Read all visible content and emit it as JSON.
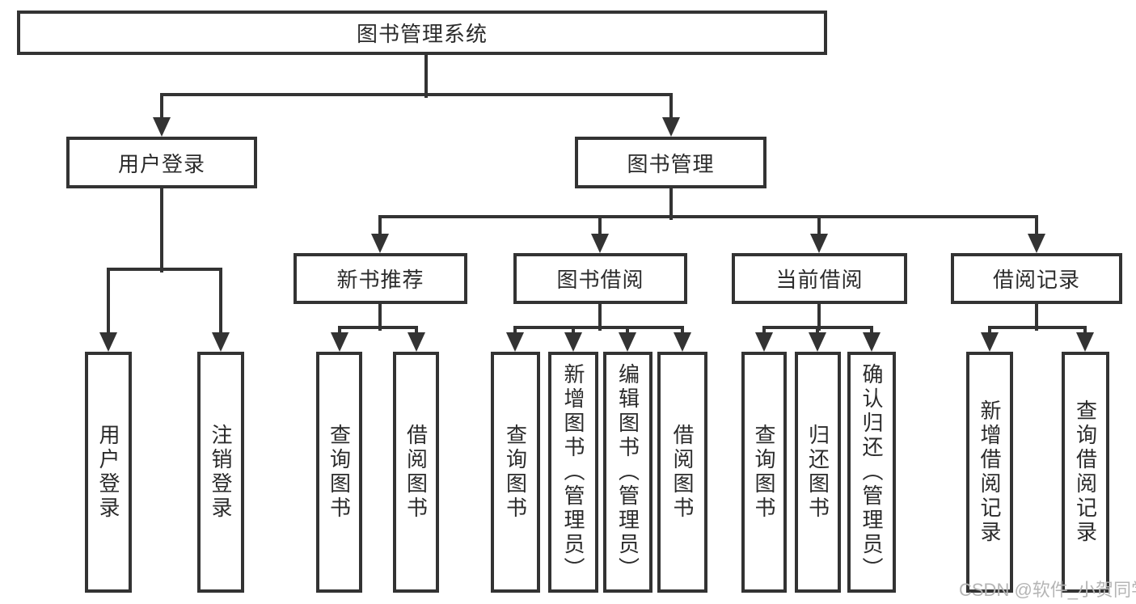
{
  "diagram": {
    "root": {
      "label": "图书管理系统"
    },
    "children": [
      {
        "label": "用户登录",
        "children": [
          {
            "label": "用户登录"
          },
          {
            "label": "注销登录"
          }
        ]
      },
      {
        "label": "图书管理",
        "children": [
          {
            "label": "新书推荐",
            "children": [
              {
                "label": "查询图书"
              },
              {
                "label": "借阅图书"
              }
            ]
          },
          {
            "label": "图书借阅",
            "children": [
              {
                "label": "查询图书"
              },
              {
                "label": "新增图书（管理员）"
              },
              {
                "label": "编辑图书（管理员）"
              },
              {
                "label": "借阅图书"
              }
            ]
          },
          {
            "label": "当前借阅",
            "children": [
              {
                "label": "查询图书"
              },
              {
                "label": "归还图书"
              },
              {
                "label": "确认归还（管理员）"
              }
            ]
          },
          {
            "label": "借阅记录",
            "children": [
              {
                "label": "新增借阅记录"
              },
              {
                "label": "查询借阅记录"
              }
            ]
          }
        ]
      }
    ]
  },
  "watermark": {
    "text": "CSDN @软件_小贺同学"
  },
  "colors": {
    "line": "#333333",
    "text": "#2b2b2b",
    "background": "#ffffff",
    "watermark": "#b5b5b5"
  }
}
